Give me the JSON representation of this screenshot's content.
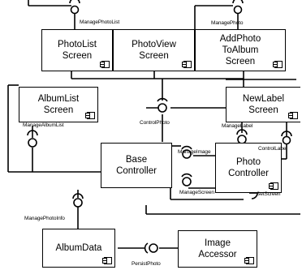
{
  "components": {
    "photo_list": "PhotoList\nScreen",
    "photo_view": "PhotoView\nScreen",
    "add_photo": "AddPhoto\nToAlbum\nScreen",
    "album_list": "AlbumList\nScreen",
    "new_label": "NewLabel\nScreen",
    "base_controller": "Base\nController",
    "photo_controller": "Photo\nController",
    "album_data": "AlbumData",
    "image_accessor": "Image\nAccessor"
  },
  "interfaces": {
    "manage_photo_list": "ManagePhotoList",
    "manage_photo": "ManagePhoto",
    "control_photo": "ControlPhoto",
    "manage_album_list": "ManageAlbumList",
    "manage_label": "ManageLabel",
    "control_label": "ControlLabel",
    "manage_image": "ManageImage",
    "manage_screen": "ManageScreen",
    "set_screen": "SetScreen",
    "manage_photo_info": "ManagePhotoInfo",
    "persist_photo": "PersistPhoto"
  }
}
